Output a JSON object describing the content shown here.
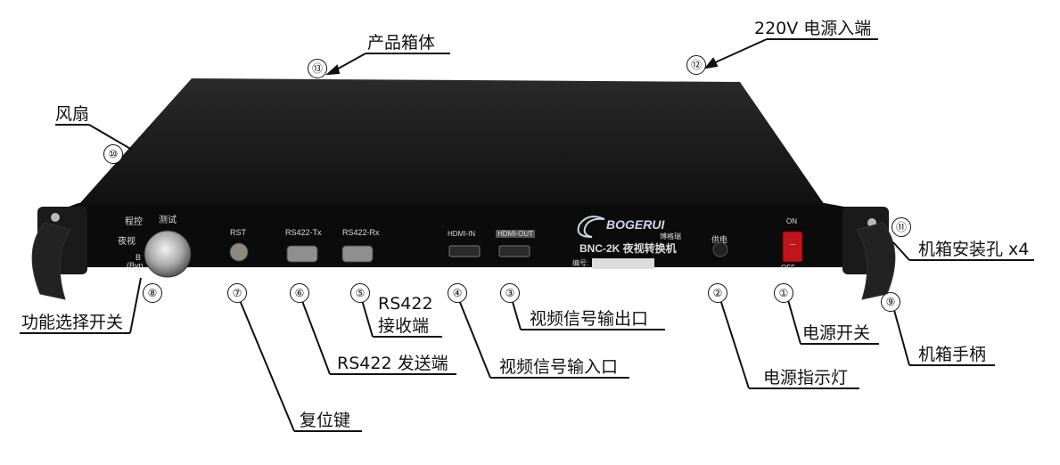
{
  "device": {
    "brand": "BOGERUI",
    "brand_cn": "博格瑞",
    "model": "BNC-2K 夜视转换机",
    "serial_label": "编号:",
    "knob_labels": [
      "程控",
      "测试",
      "夜视",
      "B",
      "(Byp"
    ],
    "ports": {
      "rst": "RST",
      "rs422_tx": "RS422-Tx",
      "rs422_rx": "RS422-Rx",
      "hdmi_in": "HDMI-IN",
      "hdmi_out": "HDMI-OUT",
      "power_led": "供电",
      "switch_on": "ON",
      "switch_off": "OFF"
    }
  },
  "callouts": [
    {
      "num": "①",
      "label": "电源开关"
    },
    {
      "num": "②",
      "label": "电源指示灯"
    },
    {
      "num": "③",
      "label": "视频信号输出口"
    },
    {
      "num": "④",
      "label": "视频信号输入口"
    },
    {
      "num": "⑤",
      "label": "RS422",
      "label2": "接收端"
    },
    {
      "num": "⑥",
      "label": "RS422 发送端"
    },
    {
      "num": "⑦",
      "label": "复位键"
    },
    {
      "num": "⑧",
      "label": "功能选择开关"
    },
    {
      "num": "⑨",
      "label": "机箱手柄"
    },
    {
      "num": "⑩",
      "label": "风扇"
    },
    {
      "num": "⑪",
      "label": "机箱安装孔 x4"
    },
    {
      "num": "⑫",
      "label": "220V 电源入端"
    },
    {
      "num": "⑬",
      "label": "产品箱体"
    }
  ],
  "colors": {
    "chassis_top": "#1c1c1c",
    "chassis_front": "#101010",
    "switch_red": "#c0161b"
  }
}
